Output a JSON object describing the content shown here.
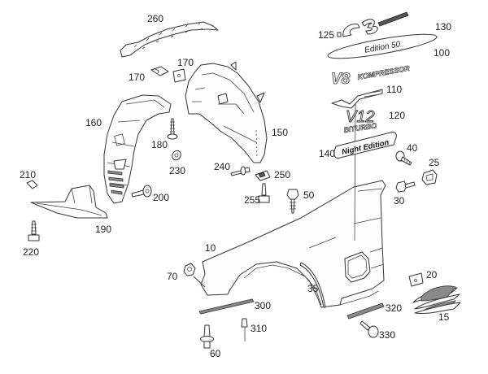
{
  "diagram": {
    "title": "Front fender assembly exploded parts diagram",
    "background_color": "#ffffff",
    "line_color": "#333333"
  },
  "callouts": {
    "p260": "260",
    "p170a": "170",
    "p170b": "170",
    "p160": "160",
    "p180": "180",
    "p230": "230",
    "p150": "150",
    "p210": "210",
    "p190": "190",
    "p220": "220",
    "p200": "200",
    "p240": "240",
    "p250": "250",
    "p255": "255",
    "p50": "50",
    "p10": "10",
    "p70": "70",
    "p35": "35",
    "p300": "300",
    "p310": "310",
    "p60": "60",
    "p320": "320",
    "p330": "330",
    "p20": "20",
    "p15": "15",
    "p40": "40",
    "p25": "25",
    "p30": "30",
    "p125": "125",
    "p130": "130",
    "p100": "100",
    "p110": "110",
    "p120": "120",
    "p140": "140"
  },
  "emblems": {
    "e63": "63",
    "edition50": "Edition 50",
    "v8": "V8",
    "kompressor": "KOMPRESSOR",
    "v12_script": "V12",
    "v12": "V12",
    "biturbo": "BITURBO",
    "night_edition": "Night Edition"
  }
}
